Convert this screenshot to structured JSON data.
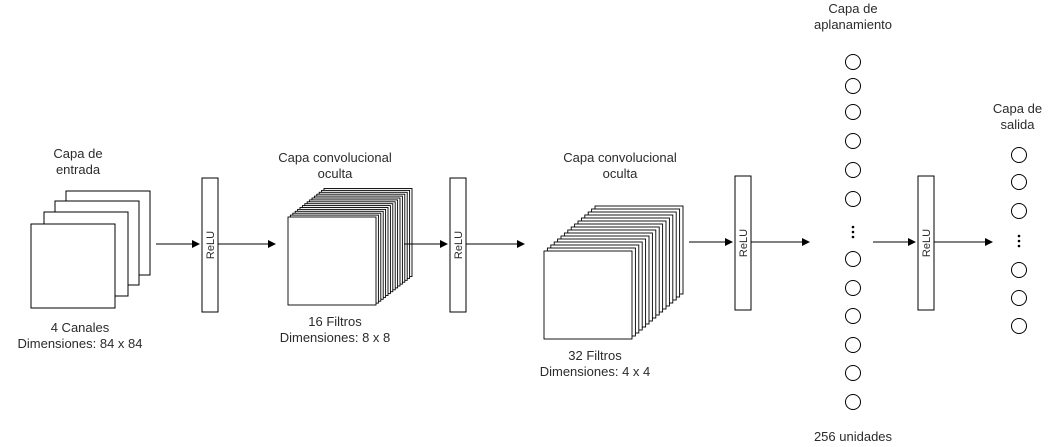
{
  "input_layer": {
    "title": [
      "Capa de",
      "entrada"
    ],
    "caption": [
      "4 Canales",
      "Dimensiones: 84 x 84"
    ]
  },
  "conv1": {
    "title": [
      "Capa convolucional",
      "oculta"
    ],
    "caption": [
      "16 Filtros",
      "Dimensiones: 8 x 8"
    ]
  },
  "conv2": {
    "title": [
      "Capa convolucional",
      "oculta"
    ],
    "caption": [
      "32 Filtros",
      "Dimensiones: 4 x 4"
    ]
  },
  "flatten": {
    "title": [
      "Capa de",
      "aplanamiento"
    ],
    "caption": "256 unidades"
  },
  "output": {
    "title": [
      "Capa de",
      "salida"
    ]
  },
  "activation_label": "ReLU",
  "colors": {
    "stroke": "#000000",
    "text": "#2b2b2b",
    "background": "#ffffff"
  }
}
